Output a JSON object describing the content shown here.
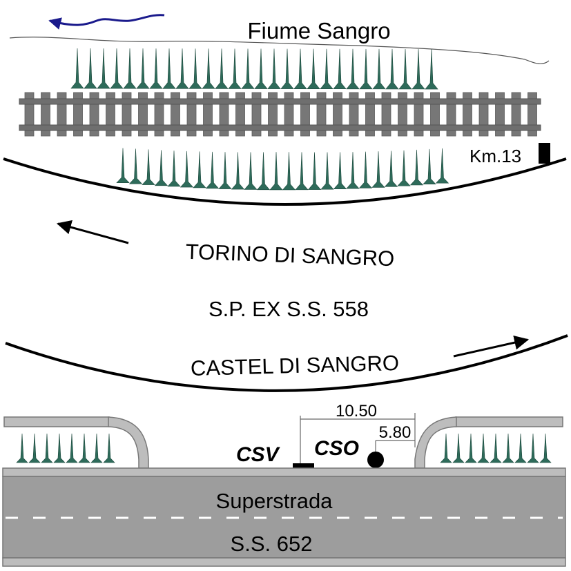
{
  "river": {
    "name": "Fiume Sangro"
  },
  "railway": {
    "km_marker": "Km.13"
  },
  "road": {
    "direction_left": "TORINO DI SANGRO",
    "name": "S.P. EX S.S. 558",
    "direction_right": "CASTEL DI SANGRO"
  },
  "measurements": {
    "dist_a": "10.50",
    "dist_b": "5.80"
  },
  "markers": {
    "csv": "CSV",
    "cso": "CSO"
  },
  "highway": {
    "name": "Superstrada",
    "code": "S.S. 652"
  },
  "colors": {
    "vegetation": "#2e6b5a",
    "rail": "#777777",
    "road": "#9d9d9d",
    "river_arrow": "#1a1a8c"
  }
}
